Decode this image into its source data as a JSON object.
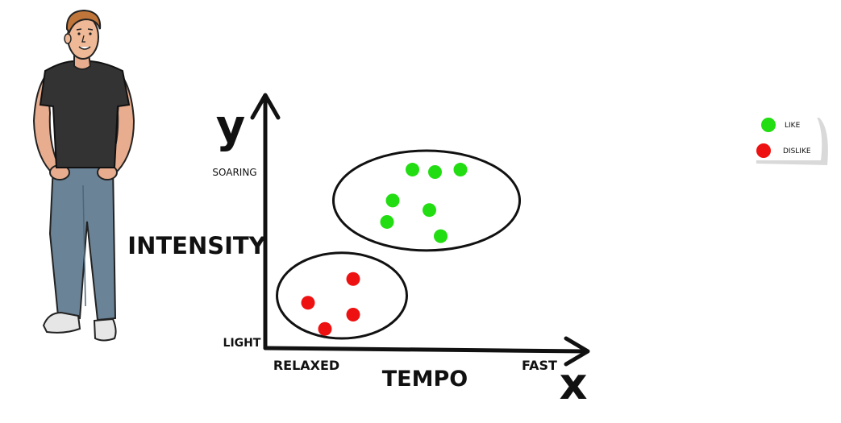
{
  "chart_data": {
    "type": "scatter",
    "xlabel": "TEMPO",
    "ylabel": "INTENSITY",
    "x_axis_letter": "x",
    "y_axis_letter": "y",
    "x_tick_labels": [
      "RELAXED",
      "FAST"
    ],
    "y_tick_labels": [
      "LIGHT",
      "SOARING"
    ],
    "xlim": [
      0,
      10
    ],
    "ylim": [
      0,
      10
    ],
    "grid": false,
    "legend_placement": "right",
    "series": [
      {
        "name": "LIKE",
        "color": "#22dd11",
        "points": [
          {
            "x": 4.9,
            "y": 7.1
          },
          {
            "x": 5.7,
            "y": 7.0
          },
          {
            "x": 6.6,
            "y": 7.1
          },
          {
            "x": 4.2,
            "y": 5.8
          },
          {
            "x": 5.5,
            "y": 5.4
          },
          {
            "x": 4.0,
            "y": 4.9
          },
          {
            "x": 5.9,
            "y": 4.3
          }
        ]
      },
      {
        "name": "DISLIKE",
        "color": "#ee1111",
        "points": [
          {
            "x": 2.8,
            "y": 2.5
          },
          {
            "x": 1.2,
            "y": 1.5
          },
          {
            "x": 2.8,
            "y": 1.0
          },
          {
            "x": 1.8,
            "y": 0.4
          }
        ]
      }
    ],
    "clusters": [
      {
        "series": "LIKE",
        "center": {
          "x": 5.4,
          "y": 5.8
        },
        "rx": 3.3,
        "ry": 2.1
      },
      {
        "series": "DISLIKE",
        "center": {
          "x": 2.4,
          "y": 1.8
        },
        "rx": 2.3,
        "ry": 1.8
      }
    ]
  },
  "legend": {
    "items": [
      {
        "label": "LIKE",
        "color": "#22dd11"
      },
      {
        "label": "DISLIKE",
        "color": "#ee1111"
      }
    ]
  }
}
